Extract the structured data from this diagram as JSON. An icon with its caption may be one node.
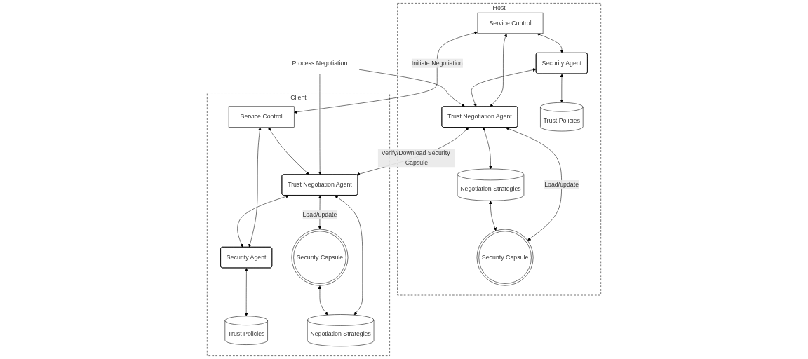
{
  "diagram": {
    "nodes": [
      {
        "text": [
          "Host"
        ]
      },
      {
        "text": [
          "Service Control"
        ],
        "in": 0
      },
      {
        "text": [
          "Security Agent"
        ],
        "in": 0
      },
      {
        "text": [
          "Trust Negotiation Agent"
        ],
        "in": 0
      },
      {
        "text": [
          "Trust Policies"
        ],
        "in": 0
      },
      {
        "text": [
          "Negotiation Strategies"
        ],
        "in": 0
      },
      {
        "text": [
          "Security Capsule"
        ],
        "in": 0
      },
      {
        "text": [
          "Process Negotiation"
        ]
      },
      {
        "text": [
          "Client"
        ]
      },
      {
        "text": [
          "Service Control"
        ],
        "in": 8
      },
      {
        "text": [
          "Trust Negotiation Agent"
        ],
        "in": 8
      },
      {
        "text": [
          "Security Agent"
        ],
        "in": 8
      },
      {
        "text": [
          "Trust Policies"
        ],
        "in": 8
      },
      {
        "text": [
          "Security Capsule"
        ],
        "in": 8
      },
      {
        "text": [
          "Negotiation Strategies"
        ],
        "in": 8
      }
    ],
    "edges": [
      {
        "from": 1,
        "to": 2,
        "arrow": "both"
      },
      {
        "from": 1,
        "to": 3,
        "arrow": "both"
      },
      {
        "from": 2,
        "to": 3,
        "arrow": "both"
      },
      {
        "from": 2,
        "to": 4,
        "arrow": "both"
      },
      {
        "from": 3,
        "to": 5,
        "arrow": "both"
      },
      {
        "from": 3,
        "to": 6,
        "arrow": "both",
        "label": "Load/update"
      },
      {
        "from": 5,
        "to": 6,
        "arrow": "both"
      },
      {
        "from": 1,
        "to": 9,
        "arrow": "both",
        "label": "Initiate Negotiation"
      },
      {
        "from": 3,
        "to": 10,
        "arrow": "both",
        "label": "Verify/Download Security Capsule"
      },
      {
        "from": 7,
        "to": 3,
        "arrow": "to"
      },
      {
        "from": 7,
        "to": 10,
        "arrow": "to"
      },
      {
        "from": 9,
        "to": 11,
        "arrow": "both"
      },
      {
        "from": 9,
        "to": 10,
        "arrow": "both"
      },
      {
        "from": 10,
        "to": 11,
        "arrow": "both"
      },
      {
        "from": 11,
        "to": 12,
        "arrow": "both"
      },
      {
        "from": 10,
        "to": 13,
        "arrow": "both",
        "label": "Load/update"
      },
      {
        "from": 10,
        "to": 14,
        "arrow": "both"
      },
      {
        "from": 13,
        "to": 14,
        "arrow": "both"
      }
    ]
  }
}
